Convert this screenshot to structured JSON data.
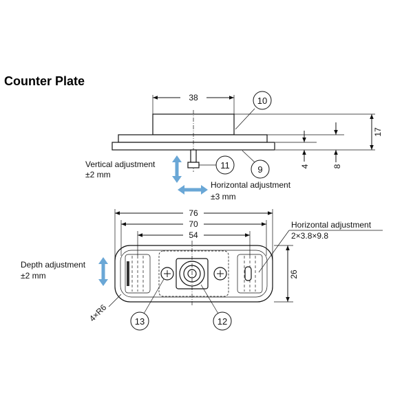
{
  "title": "Counter Plate",
  "dims": {
    "top_width": "38",
    "height_total": "17",
    "height_4": "4",
    "height_8": "8",
    "width_76": "76",
    "width_70": "70",
    "width_54": "54",
    "height_26": "26",
    "corner_radius": "4×R6",
    "slot_size": "2×3.8×9.8"
  },
  "labels": {
    "vertical_adjustment": "Vertical adjustment",
    "vertical_range": "±2 mm",
    "horizontal_adjustment": "Horizontal adjustment",
    "horizontal_range": "±3 mm",
    "slot_horizontal_adjustment": "Horizontal adjustment",
    "depth_adjustment": "Depth adjustment",
    "depth_range": "±2 mm"
  },
  "callouts": [
    "10",
    "11",
    "9",
    "13",
    "12"
  ],
  "colors": {
    "arrow": "#6aa7d6"
  }
}
